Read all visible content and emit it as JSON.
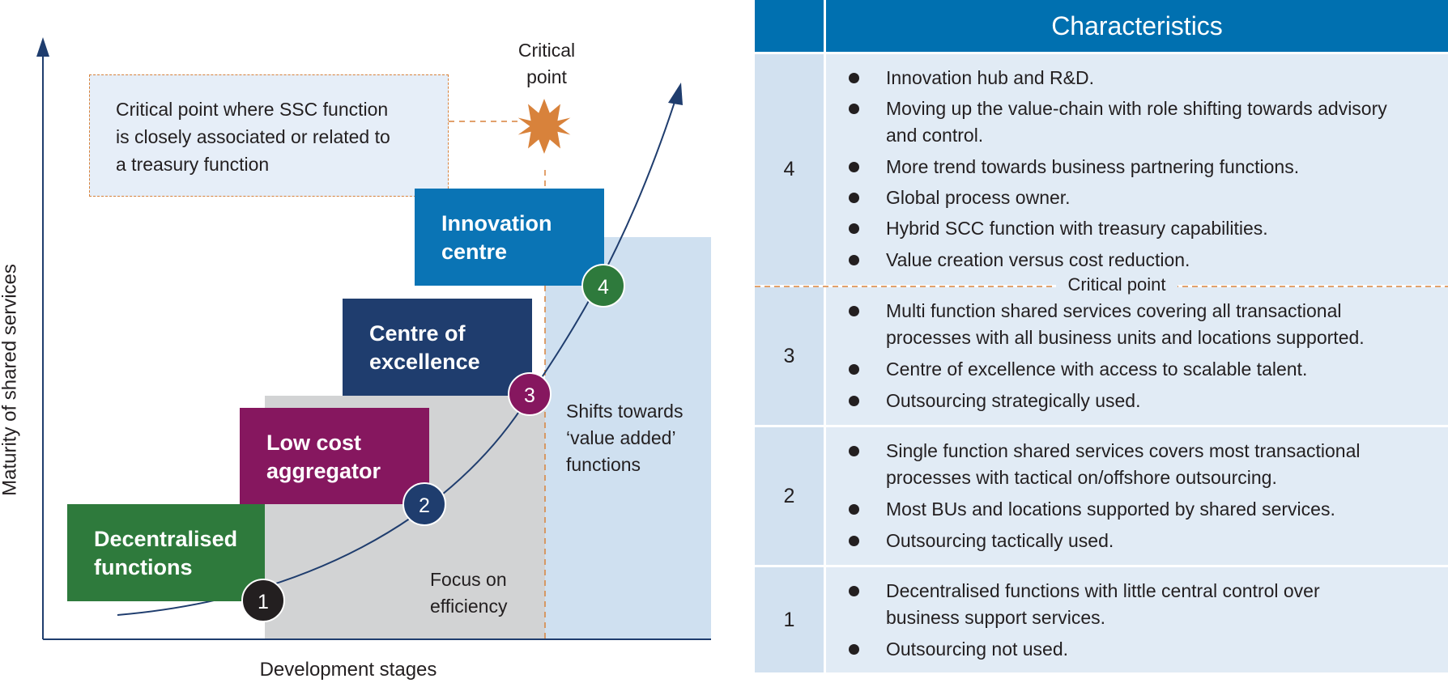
{
  "diagram": {
    "y_axis_label": "Maturity of shared services",
    "x_axis_label": "Development stages",
    "critical_point_label": "Critical point",
    "critical_point_note": [
      "Critical point where SSC function",
      "is closely associated or related to",
      "a treasury function"
    ],
    "stages": [
      {
        "number": "1",
        "title": [
          "Decentralised",
          "functions"
        ],
        "color": "#2e7a3c"
      },
      {
        "number": "2",
        "title": [
          "Low cost",
          "aggregator"
        ],
        "color": "#86175f"
      },
      {
        "number": "3",
        "title": [
          "Centre of",
          "excellence"
        ],
        "color": "#1f3d6e"
      },
      {
        "number": "4",
        "title": [
          "Innovation",
          "centre"
        ],
        "color": "#0a74b5"
      }
    ],
    "circle_colors": [
      "#231f20",
      "#1f3d6e",
      "#86175f",
      "#2e7a3c"
    ],
    "focus_text": [
      "Focus on",
      "efficiency"
    ],
    "shift_text": [
      "Shifts towards",
      "‘value added’",
      "functions"
    ],
    "colors": {
      "accent_orange": "#d8823b",
      "axis": "#1f3d6e",
      "gray_band": "#d2d3d4",
      "blue_band": "#cfe0f0",
      "note_bg": "#e6eef8"
    }
  },
  "table": {
    "header": "Characteristics",
    "divider_label": "Critical point",
    "rows": [
      {
        "stage": "4",
        "items": [
          [
            "Innovation hub and R&D."
          ],
          [
            "Moving up the value-chain with role shifting towards advisory",
            "and control."
          ],
          [
            "More trend towards business partnering functions."
          ],
          [
            "Global process owner."
          ],
          [
            "Hybrid SCC function with treasury capabilities."
          ],
          [
            "Value creation versus cost reduction."
          ]
        ]
      },
      {
        "stage": "3",
        "items": [
          [
            "Multi function shared services covering all transactional",
            "processes with all business units and locations supported."
          ],
          [
            "Centre of excellence with access to scalable talent."
          ],
          [
            "Outsourcing strategically used."
          ]
        ]
      },
      {
        "stage": "2",
        "items": [
          [
            "Single function shared services covers most transactional",
            "processes with tactical on/offshore outsourcing."
          ],
          [
            "Most BUs and locations supported by shared services."
          ],
          [
            "Outsourcing tactically used."
          ]
        ]
      },
      {
        "stage": "1",
        "items": [
          [
            "Decentralised functions with little central control over",
            "business support services."
          ],
          [
            "Outsourcing not used."
          ]
        ]
      }
    ],
    "colors": {
      "header_bg": "#0070b0",
      "num_bg": "#d2e1f0",
      "cell_bg": "#e1ebf5"
    }
  }
}
